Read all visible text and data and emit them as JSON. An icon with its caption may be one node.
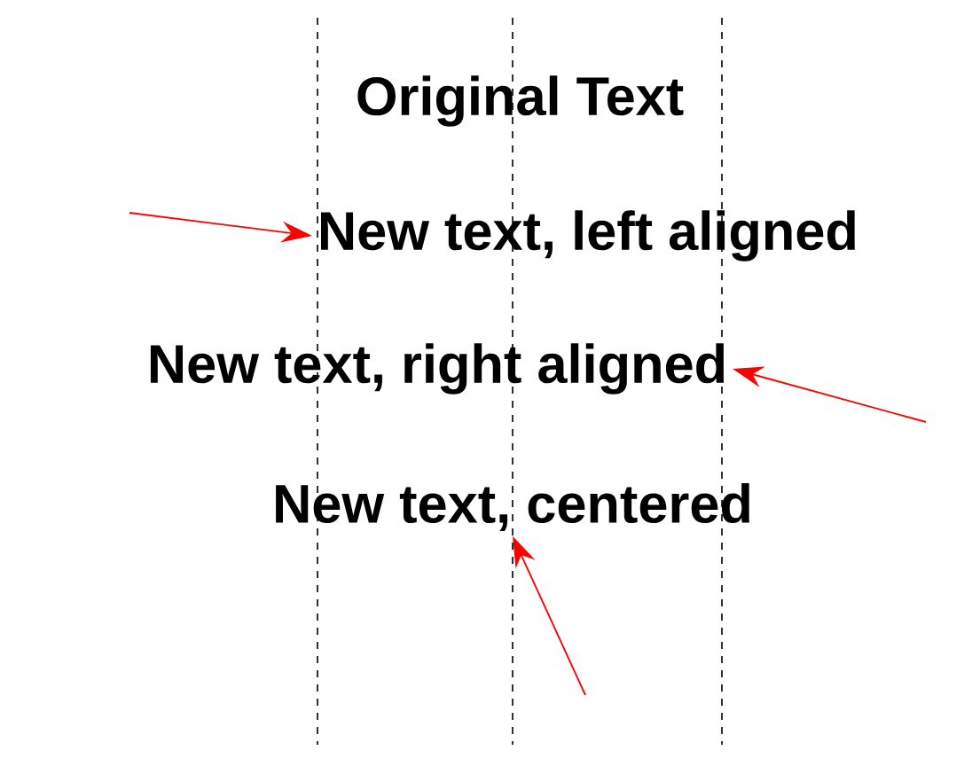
{
  "diagram": {
    "nodes": [
      {
        "text": [
          "Original Text"
        ]
      },
      {
        "text": [
          "New text, left aligned"
        ]
      },
      {
        "text": [
          "New text, right aligned"
        ]
      },
      {
        "text": [
          "New text, centered"
        ]
      }
    ],
    "edges": [
      {
        "from": null,
        "to": 1,
        "arrow": "to"
      },
      {
        "from": null,
        "to": 2,
        "arrow": "to"
      },
      {
        "from": null,
        "to": 3,
        "arrow": "to"
      }
    ]
  }
}
